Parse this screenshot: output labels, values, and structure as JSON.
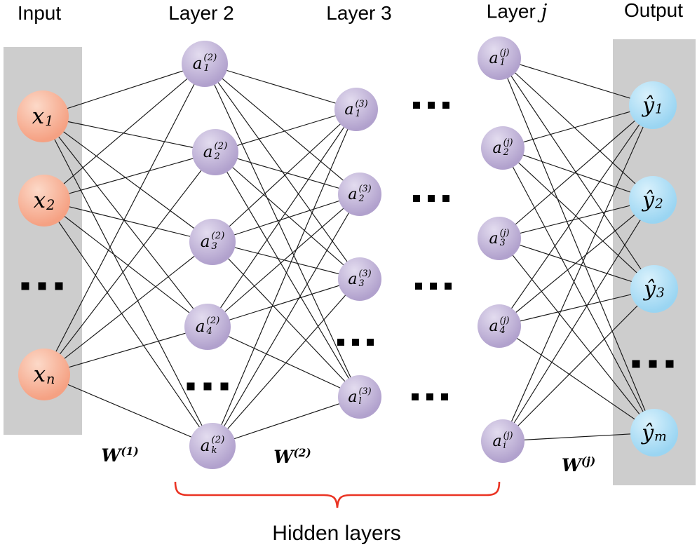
{
  "colors": {
    "band": "#cdcdcd",
    "line": "#161616",
    "brace": "#ea3323",
    "input_node": "#f5a183",
    "input_node_light": "#fcd9c8",
    "hidden_node": "#b1a1cd",
    "hidden_node_light": "#e3dcef",
    "output_node": "#9ad5f2",
    "output_node_light": "#d9f1fc"
  },
  "titles": {
    "input": "Input",
    "layer2": "Layer 2",
    "layer3": "Layer 3",
    "layerj_prefix": "Layer",
    "layerj_var": "j",
    "output": "Output"
  },
  "layers": {
    "input": {
      "nodes": [
        {
          "base": "x",
          "sub": "1"
        },
        {
          "base": "x",
          "sub": "2"
        },
        {
          "base": "x",
          "sub": "n"
        }
      ]
    },
    "layer2": {
      "nodes": [
        {
          "base": "a",
          "sub": "1",
          "sup": "(2)"
        },
        {
          "base": "a",
          "sub": "2",
          "sup": "(2)"
        },
        {
          "base": "a",
          "sub": "3",
          "sup": "(2)"
        },
        {
          "base": "a",
          "sub": "4",
          "sup": "(2)"
        },
        {
          "base": "a",
          "sub": "k",
          "sup": "(2)"
        }
      ]
    },
    "layer3": {
      "nodes": [
        {
          "base": "a",
          "sub": "1",
          "sup": "(3)"
        },
        {
          "base": "a",
          "sub": "2",
          "sup": "(3)"
        },
        {
          "base": "a",
          "sub": "3",
          "sup": "(3)"
        },
        {
          "base": "a",
          "sub": "l",
          "sup": "(3)"
        }
      ]
    },
    "layerj": {
      "nodes": [
        {
          "base": "a",
          "sub": "1",
          "sup": "(j)"
        },
        {
          "base": "a",
          "sub": "2",
          "sup": "(j)"
        },
        {
          "base": "a",
          "sub": "3",
          "sup": "(j)"
        },
        {
          "base": "a",
          "sub": "4",
          "sup": "(j)"
        },
        {
          "base": "a",
          "sub": "i",
          "sup": "(j)"
        }
      ]
    },
    "output": {
      "nodes": [
        {
          "base": "ŷ",
          "sub": "1"
        },
        {
          "base": "ŷ",
          "sub": "2"
        },
        {
          "base": "ŷ",
          "sub": "3"
        },
        {
          "base": "ŷ",
          "sub": "m"
        }
      ]
    }
  },
  "weights": [
    {
      "base": "W",
      "sup": "(1)"
    },
    {
      "base": "W",
      "sup": "(2)"
    },
    {
      "base": "W",
      "sup": "(j)"
    }
  ],
  "brace_label": "Hidden layers"
}
